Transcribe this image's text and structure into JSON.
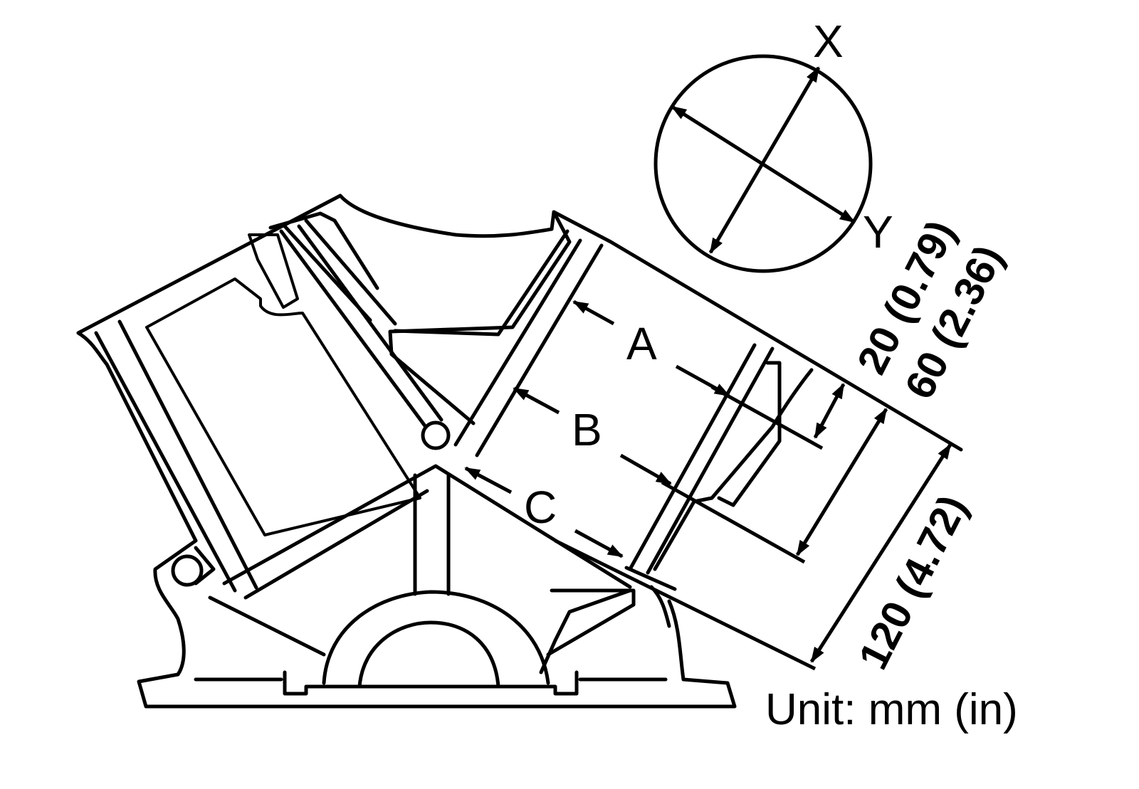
{
  "diagram": {
    "colors": {
      "line": "#000000",
      "background": "#ffffff"
    },
    "measurement_points": [
      "A",
      "B",
      "C"
    ],
    "circle_axes": [
      "X",
      "Y"
    ],
    "dimensions": [
      {
        "label": "20 (0.79)",
        "mm": 20,
        "in": 0.79
      },
      {
        "label": "60 (2.36)",
        "mm": 60,
        "in": 2.36
      },
      {
        "label": "120 (4.72)",
        "mm": 120,
        "in": 4.72
      }
    ],
    "unit": "Unit: mm (in)"
  }
}
